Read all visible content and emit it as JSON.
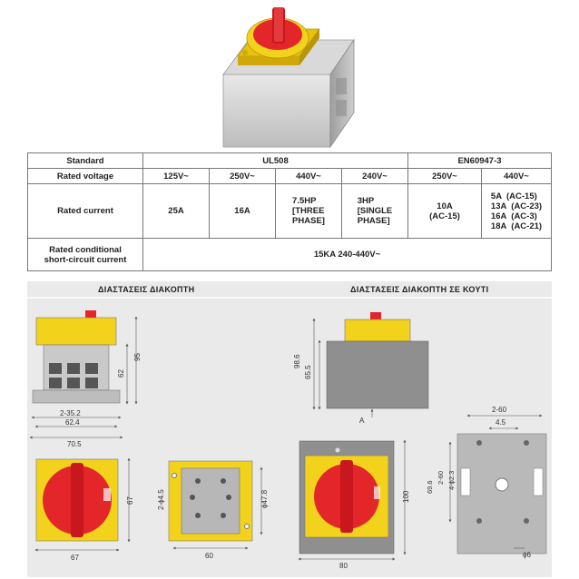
{
  "table": {
    "standard_label": "Standard",
    "ul_label": "UL508",
    "en_label": "EN60947-3",
    "rated_voltage_label": "Rated voltage",
    "voltages": [
      "125V~",
      "250V~",
      "440V~",
      "240V~",
      "250V~",
      "440V~"
    ],
    "rated_current_label": "Rated current",
    "currents": [
      [
        "25A"
      ],
      [
        "16A"
      ],
      [
        "7.5HP",
        "[THREE",
        "PHASE]"
      ],
      [
        "3HP",
        "[SINGLE",
        "PHASE]"
      ],
      [
        "10A",
        "(AC-15)"
      ],
      [
        "5A  (AC-15)",
        "13A  (AC-23)",
        "16A  (AC-3)",
        "18A  (AC-21)"
      ]
    ],
    "conditional_label_1": "Rated conditional",
    "conditional_label_2": "short-circuit current",
    "conditional_value": "15KA 240-440V~"
  },
  "drawings": {
    "title_left": "ΔΙΑΣΤΑΣΕΙΣ ΔΙΑΚΟΠΤΗ",
    "title_right": "ΔΙΑΣΤΑΣΕΙΣ ΔΙΑΚΟΠΤΗ ΣΕ ΚΟΥΤΙ",
    "dims": {
      "d95": "95",
      "d62": "62",
      "d35": "2-35.2",
      "d624": "62.4",
      "d705": "70.5",
      "d67v": "67",
      "d67h": "67",
      "d45": "2-ϕ4.5",
      "d478": "ϕ47.8",
      "d60": "60",
      "d986": "98.6",
      "d655": "65.5",
      "arrowA": "A",
      "d100": "100",
      "d80": "80",
      "d260a": "2-60",
      "d45b": "4.5",
      "d423": "4-ϕ2.3",
      "d260b": "2-60",
      "d696": "69.6",
      "d6": "ϕ6"
    },
    "colors": {
      "yellow": "#f3d21b",
      "red": "#e3262a",
      "gray": "#9a9a9a"
    }
  }
}
